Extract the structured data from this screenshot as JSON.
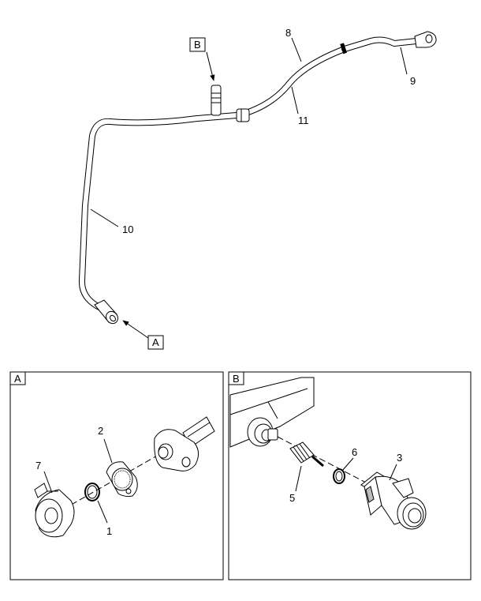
{
  "callouts": {
    "p1": "1",
    "p2": "2",
    "p3": "3",
    "p5": "5",
    "p6": "6",
    "p7": "7",
    "p8": "8",
    "p9": "9",
    "p10": "10",
    "p11": "11"
  },
  "view_labels": {
    "a": "A",
    "b": "B"
  },
  "colors": {
    "line": "#000000",
    "shade": "#bdbdbd",
    "background": "#ffffff"
  }
}
